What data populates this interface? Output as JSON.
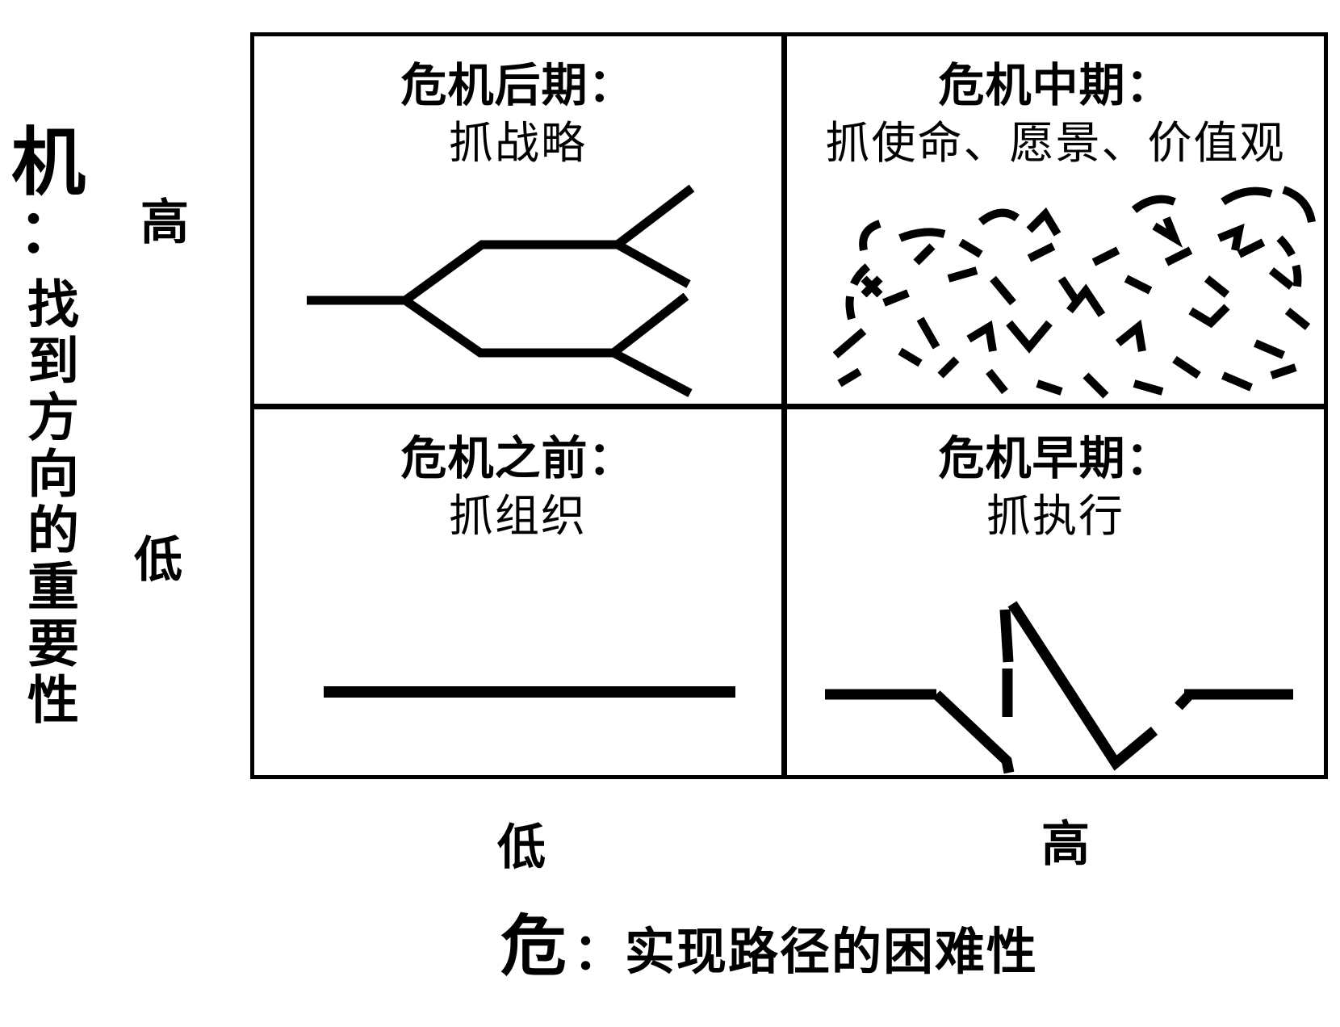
{
  "y_axis": {
    "title_char": "机",
    "colon": "：",
    "title_rest": "找到方向的重要性",
    "tick_high": "高",
    "tick_low": "低"
  },
  "x_axis": {
    "tick_low": "低",
    "tick_high": "高",
    "title_char": "危",
    "title_rest": "：实现路径的困难性"
  },
  "quadrants": {
    "top_left": {
      "phase": "危机后期：",
      "focus": "抓战略",
      "doodle": "branching-paths-line"
    },
    "top_right": {
      "phase": "危机中期：",
      "focus": "抓使命、愿景、价值观",
      "doodle": "chaotic-dashed-scribble"
    },
    "bottom_left": {
      "phase": "危机之前：",
      "focus": "抓组织",
      "doodle": "straight-horizontal-line"
    },
    "bottom_right": {
      "phase": "危机早期：",
      "focus": "抓执行",
      "doodle": "broken-zigzag-spike-line"
    }
  },
  "colors": {
    "ink": "#000000",
    "background": "#ffffff"
  }
}
